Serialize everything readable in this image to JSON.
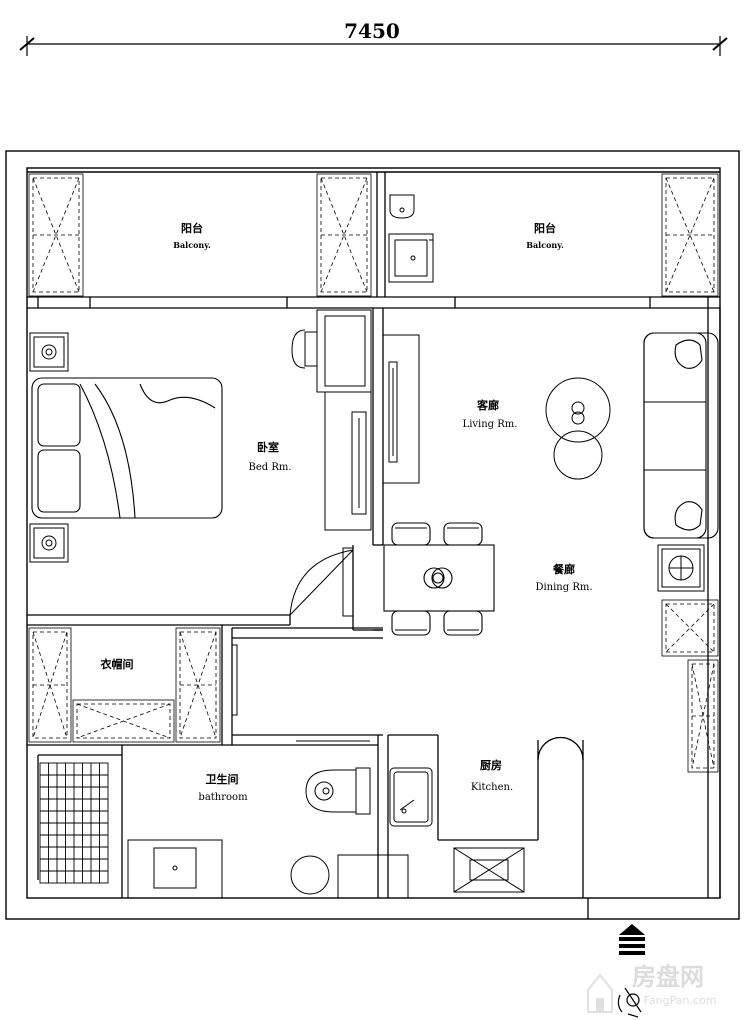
{
  "dimension": {
    "width_label": "7450"
  },
  "rooms": {
    "balcony_left": {
      "cn": "阳台",
      "en": "Balcony."
    },
    "balcony_right": {
      "cn": "阳台",
      "en": "Balcony."
    },
    "living": {
      "cn": "客廊",
      "en": "Living Rm."
    },
    "bedroom": {
      "cn": "卧室",
      "en": "Bed Rm."
    },
    "dining": {
      "cn": "餐廊",
      "en": "Dining Rm."
    },
    "wardrobe": {
      "cn": "衣帽间",
      "en": ""
    },
    "bathroom": {
      "cn": "卫生间",
      "en": "bathroom"
    },
    "kitchen": {
      "cn": "厨房",
      "en": "Kitchen."
    }
  },
  "watermark": {
    "text_cn": "房盘网",
    "text_en": "FangPan.com"
  },
  "icons": [
    "entrance-arrow-icon",
    "compass-person-icon"
  ]
}
